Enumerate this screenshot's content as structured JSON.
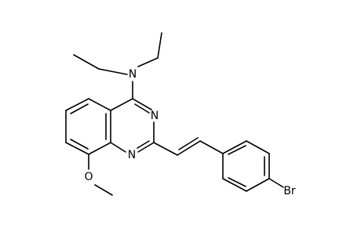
{
  "molecule": {
    "atoms": [
      {
        "id": "N_amine",
        "label": "N"
      },
      {
        "id": "N3",
        "label": "N"
      },
      {
        "id": "N1",
        "label": "N"
      },
      {
        "id": "O_methoxy",
        "label": "O"
      },
      {
        "id": "Br",
        "label": "Br"
      }
    ],
    "colors": {
      "bond": "#000000",
      "label": "#000000",
      "background": "#ffffff"
    }
  }
}
